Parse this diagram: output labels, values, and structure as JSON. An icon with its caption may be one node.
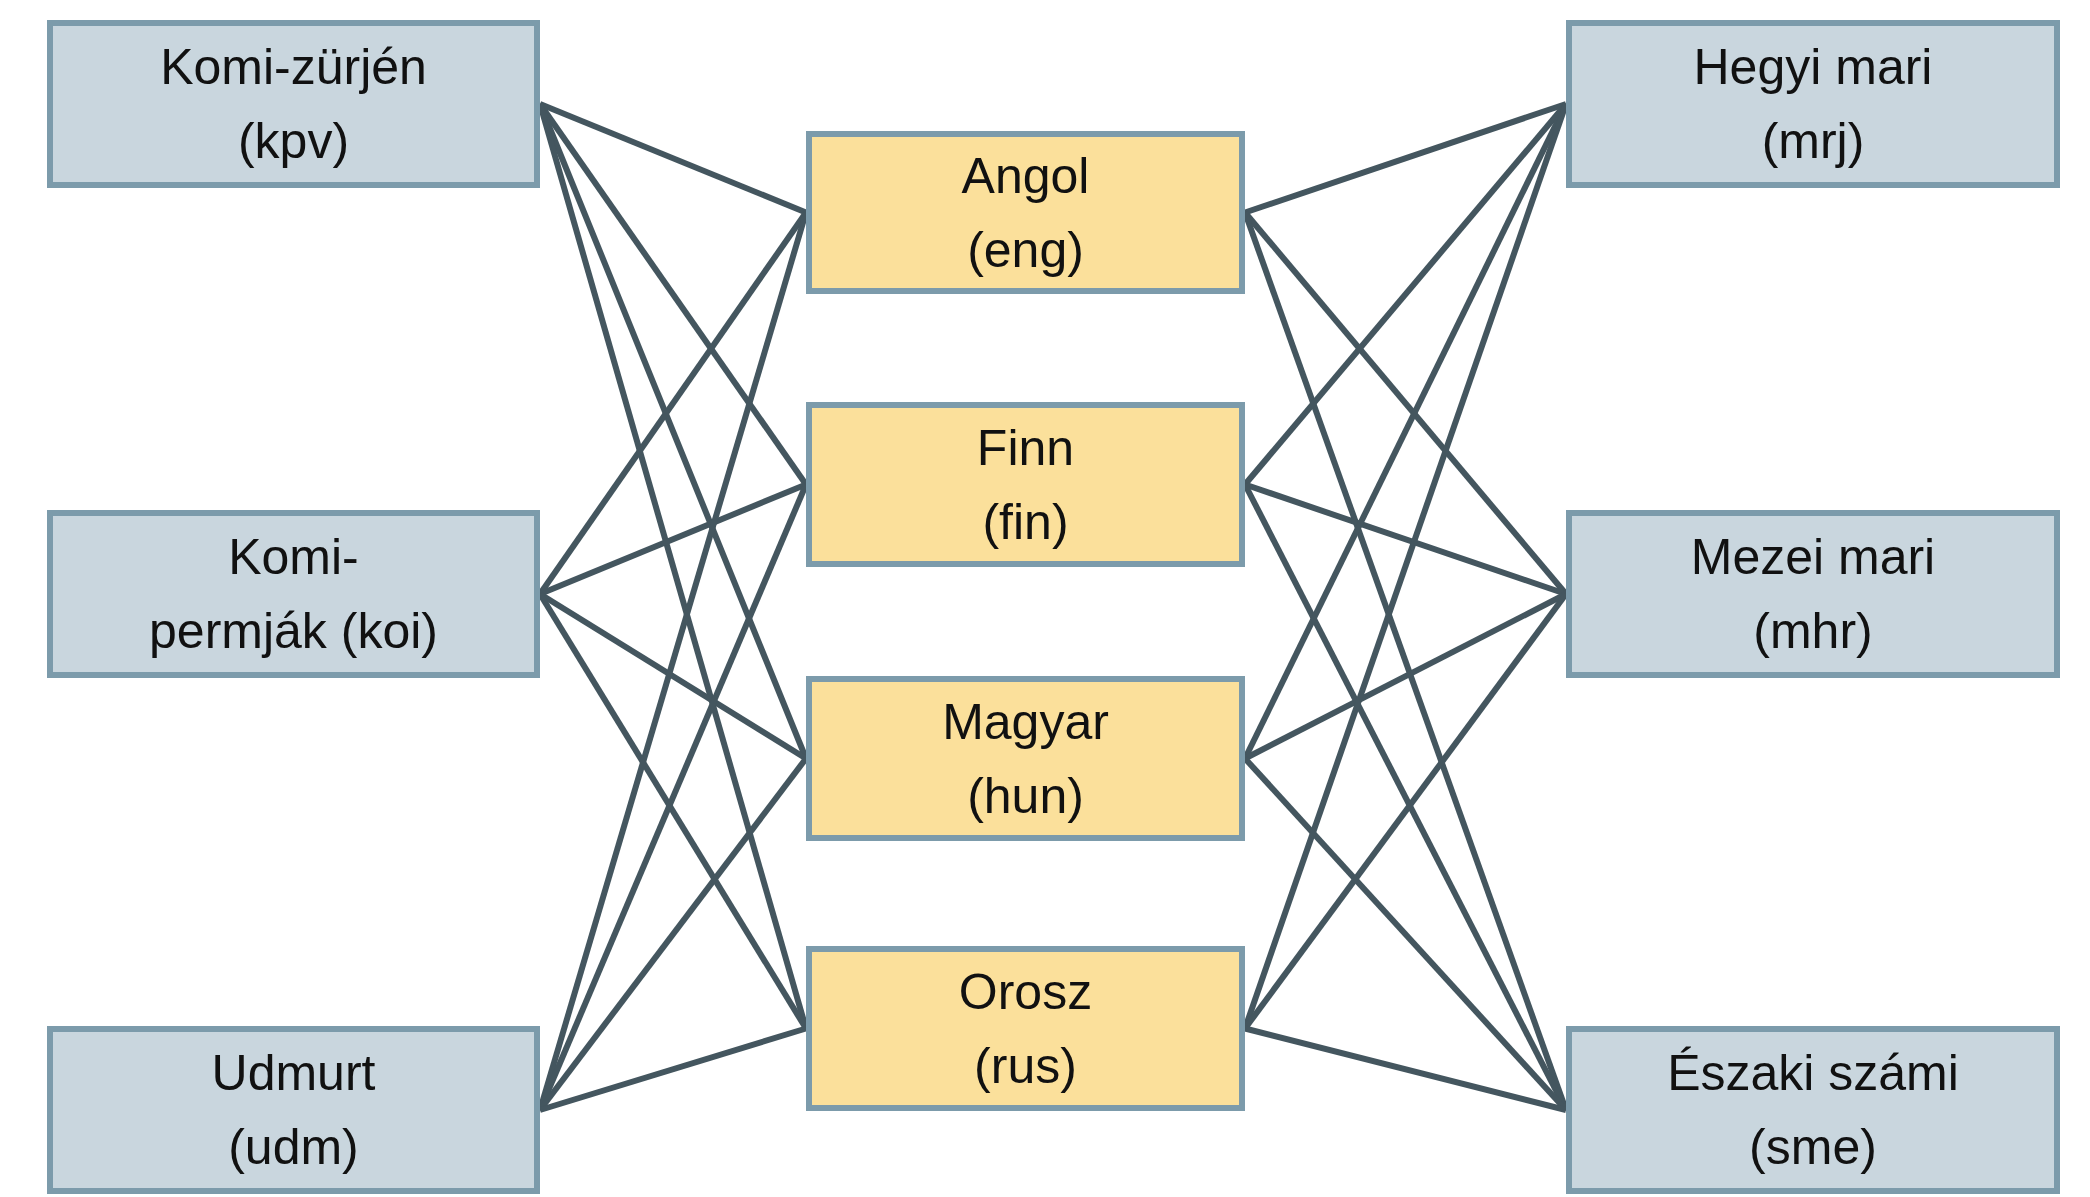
{
  "diagram": {
    "nodes": [
      {
        "text": [
          "Komi-zürjén (kpv)"
        ]
      },
      {
        "text": [
          "Komi-permják (koi)"
        ]
      },
      {
        "text": [
          "Udmurt (udm)"
        ]
      },
      {
        "text": [
          "Angol (eng)"
        ]
      },
      {
        "text": [
          "Finn (fin)"
        ]
      },
      {
        "text": [
          "Magyar (hun)"
        ]
      },
      {
        "text": [
          "Orosz (rus)"
        ]
      },
      {
        "text": [
          "Hegyi mari (mrj)"
        ]
      },
      {
        "text": [
          "Mezei mari (mhr)"
        ]
      },
      {
        "text": [
          "Északi számi (sme)"
        ]
      }
    ],
    "edges": [
      {
        "from": 0,
        "to": 3,
        "arrow": "none"
      },
      {
        "from": 0,
        "to": 4,
        "arrow": "none"
      },
      {
        "from": 0,
        "to": 5,
        "arrow": "none"
      },
      {
        "from": 0,
        "to": 6,
        "arrow": "none"
      },
      {
        "from": 1,
        "to": 3,
        "arrow": "none"
      },
      {
        "from": 1,
        "to": 4,
        "arrow": "none"
      },
      {
        "from": 1,
        "to": 5,
        "arrow": "none"
      },
      {
        "from": 1,
        "to": 6,
        "arrow": "none"
      },
      {
        "from": 2,
        "to": 3,
        "arrow": "none"
      },
      {
        "from": 2,
        "to": 4,
        "arrow": "none"
      },
      {
        "from": 2,
        "to": 5,
        "arrow": "none"
      },
      {
        "from": 2,
        "to": 6,
        "arrow": "none"
      },
      {
        "from": 3,
        "to": 7,
        "arrow": "none"
      },
      {
        "from": 3,
        "to": 8,
        "arrow": "none"
      },
      {
        "from": 3,
        "to": 9,
        "arrow": "none"
      },
      {
        "from": 4,
        "to": 7,
        "arrow": "none"
      },
      {
        "from": 4,
        "to": 8,
        "arrow": "none"
      },
      {
        "from": 4,
        "to": 9,
        "arrow": "none"
      },
      {
        "from": 5,
        "to": 7,
        "arrow": "none"
      },
      {
        "from": 5,
        "to": 8,
        "arrow": "none"
      },
      {
        "from": 5,
        "to": 9,
        "arrow": "none"
      },
      {
        "from": 6,
        "to": 7,
        "arrow": "none"
      },
      {
        "from": 6,
        "to": 8,
        "arrow": "none"
      },
      {
        "from": 6,
        "to": 9,
        "arrow": "none"
      }
    ]
  }
}
